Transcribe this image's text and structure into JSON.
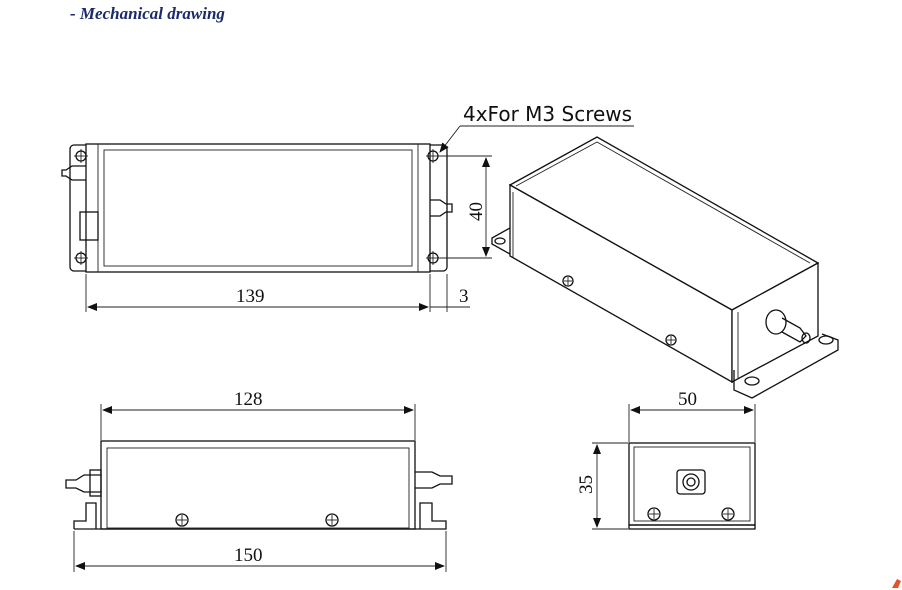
{
  "heading": "- Mechanical drawing",
  "callout": {
    "screws": "4xFor M3 Screws"
  },
  "dimensions": {
    "top_length": "139",
    "top_flange": "3",
    "top_height": "40",
    "side_body": "128",
    "side_overall": "150",
    "end_width": "50",
    "end_height": "35"
  },
  "colors": {
    "heading": "#1b2a6b",
    "lines": "#111111",
    "accent_mark": "#e0542a"
  }
}
